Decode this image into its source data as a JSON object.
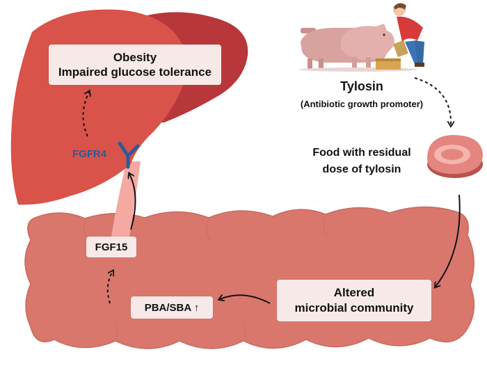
{
  "colors": {
    "liver_main": "#d9534a",
    "liver_back": "#b8373a",
    "intestine": "#d9776d",
    "intestine_outline": "#c86a60",
    "duct": "#f4aaa2",
    "receptor": "#2c5a96",
    "box_fill": "#f7e9e7",
    "meat": "#e4867f"
  },
  "icons": [
    "liver-icon",
    "intestine-icon",
    "pigs-icon",
    "farmer-icon",
    "meat-steak-icon",
    "receptor-icon"
  ],
  "liver_box": {
    "line1": "Obesity",
    "line2": "Impaired glucose tolerance"
  },
  "receptor_label": "FGFR4",
  "tylosin": {
    "title": "Tylosin",
    "subtitle": "(Antibiotic growth promoter)"
  },
  "food": {
    "line1": "Food with residual",
    "line2": "dose of tylosin"
  },
  "fgf15_label": "FGF15",
  "pba_label": "PBA/SBA ↑",
  "microbial": {
    "line1": "Altered",
    "line2": "microbial community"
  }
}
